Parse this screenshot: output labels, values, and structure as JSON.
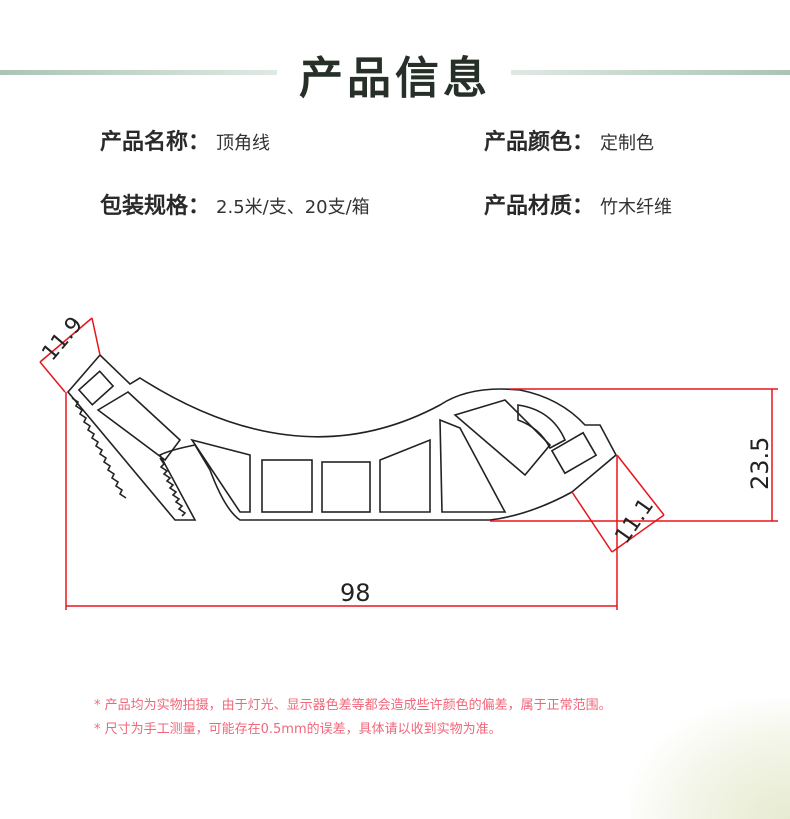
{
  "header": {
    "title": "产品信息"
  },
  "specs": [
    {
      "label": "产品名称：",
      "value": "顶角线"
    },
    {
      "label": "产品颜色：",
      "value": "定制色"
    },
    {
      "label": "包装规格：",
      "value": "2.5米/支、20支/箱"
    },
    {
      "label": "产品材质：",
      "value": "竹木纤维"
    }
  ],
  "diagram": {
    "dim_left": "11.9",
    "dim_height": "23.5",
    "dim_right": "11.1",
    "dim_width": "98",
    "dim_color": "#e8141c"
  },
  "notes": [
    "* 产品均为实物拍摄，由于灯光、显示器色差等都会造成些许颜色的偏差，属于正常范围。",
    "* 尺寸为手工测量，可能存在0.5mm的误差，具体请以收到实物为准。"
  ]
}
